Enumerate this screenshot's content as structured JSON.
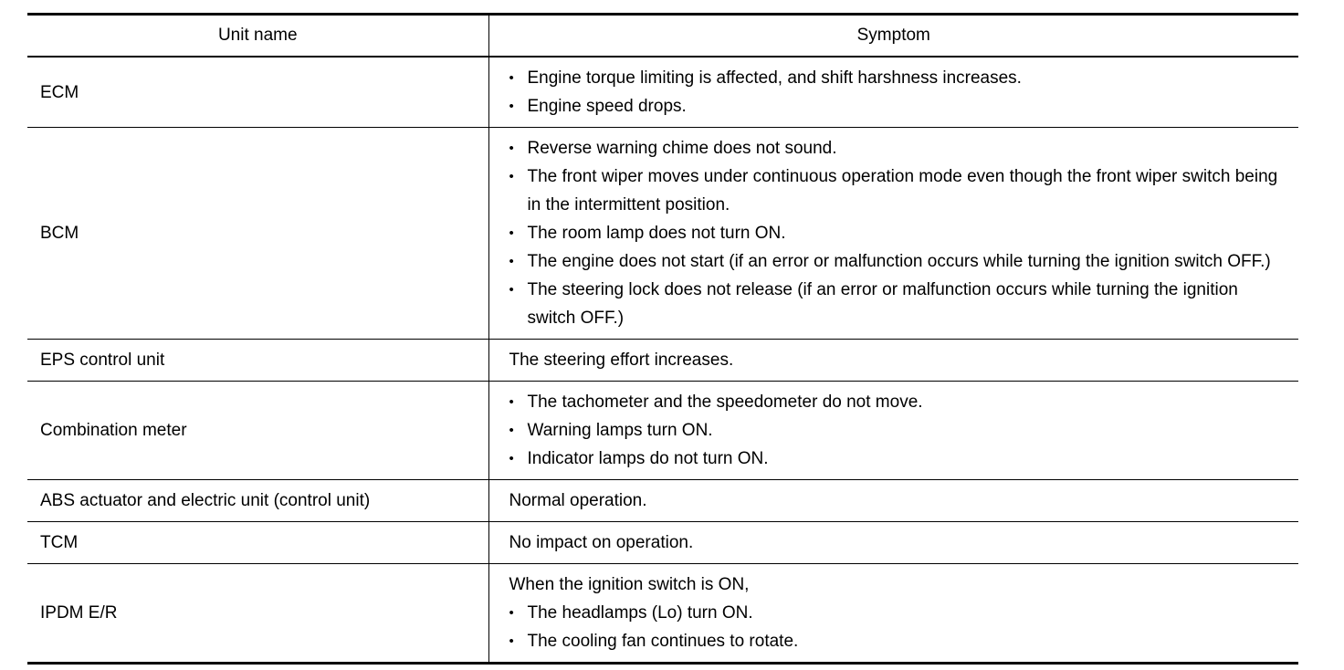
{
  "table": {
    "columns": [
      {
        "key": "unit_name",
        "label": "Unit name"
      },
      {
        "key": "symptom",
        "label": "Symptom"
      }
    ],
    "bullet_glyph": "•",
    "rows": [
      {
        "unit_name": "ECM",
        "symptom_type": "bullets",
        "symptom_items": [
          "Engine torque limiting is affected, and shift harshness increases.",
          "Engine speed drops."
        ]
      },
      {
        "unit_name": "BCM",
        "symptom_type": "bullets",
        "symptom_items": [
          "Reverse warning chime does not sound.",
          "The front wiper moves under continuous operation mode even though the front wiper switch being in the intermittent position.",
          "The room lamp does not turn ON.",
          "The engine does not start (if an error or malfunction occurs while turning the ignition switch OFF.)",
          "The steering lock does not release (if an error or malfunction occurs while turning the ignition switch OFF.)"
        ]
      },
      {
        "unit_name": "EPS control unit",
        "symptom_type": "plain",
        "symptom_text": "The steering effort increases."
      },
      {
        "unit_name": "Combination meter",
        "symptom_type": "bullets",
        "symptom_items": [
          "The tachometer and the speedometer do not move.",
          "Warning lamps turn ON.",
          "Indicator lamps do not turn ON."
        ]
      },
      {
        "unit_name": "ABS actuator and electric unit (control unit)",
        "symptom_type": "plain",
        "symptom_text": "Normal operation."
      },
      {
        "unit_name": "TCM",
        "symptom_type": "plain",
        "symptom_text": "No impact on operation."
      },
      {
        "unit_name": "IPDM E/R",
        "symptom_type": "intro-bullets",
        "symptom_intro": "When the ignition switch is ON,",
        "symptom_items": [
          "The headlamps (Lo) turn ON.",
          "The cooling fan continues to rotate."
        ]
      }
    ]
  }
}
